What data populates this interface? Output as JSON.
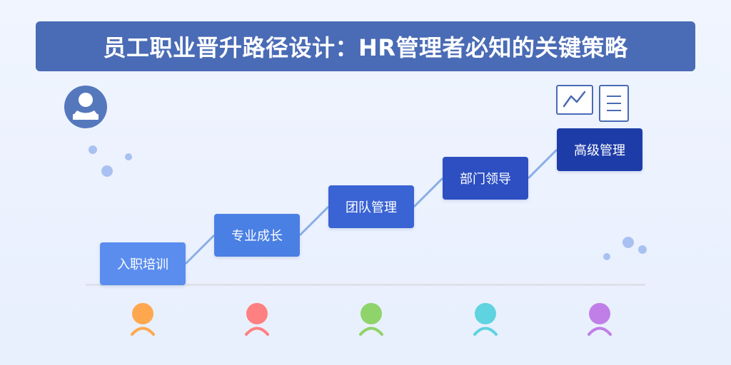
{
  "header": {
    "title": "员工职业晋升路径设计：HR管理者必知的关键策略"
  },
  "avatar": {
    "icon": "user-avatar-icon",
    "color": "#5578bd"
  },
  "steps": [
    {
      "label": "入职培训",
      "color": "#5b8def"
    },
    {
      "label": "专业成长",
      "color": "#4a7fe4"
    },
    {
      "label": "团队管理",
      "color": "#3a63d4"
    },
    {
      "label": "部门领导",
      "color": "#2d4fc2"
    },
    {
      "label": "高级管理",
      "color": "#1e3ca8"
    }
  ],
  "people": [
    {
      "icon": "person-icon",
      "color": "#ffa74f"
    },
    {
      "icon": "person-icon",
      "color": "#ff8080"
    },
    {
      "icon": "person-icon",
      "color": "#8fd46a"
    },
    {
      "icon": "person-icon",
      "color": "#5fd3df"
    },
    {
      "icon": "person-icon",
      "color": "#c07fe6"
    }
  ],
  "decor_icons": [
    "line-chart-icon",
    "document-icon"
  ],
  "colors": {
    "title_bar": "#4a6bb5",
    "connector": "#8aaee6",
    "dots": "#a9c1f2"
  }
}
